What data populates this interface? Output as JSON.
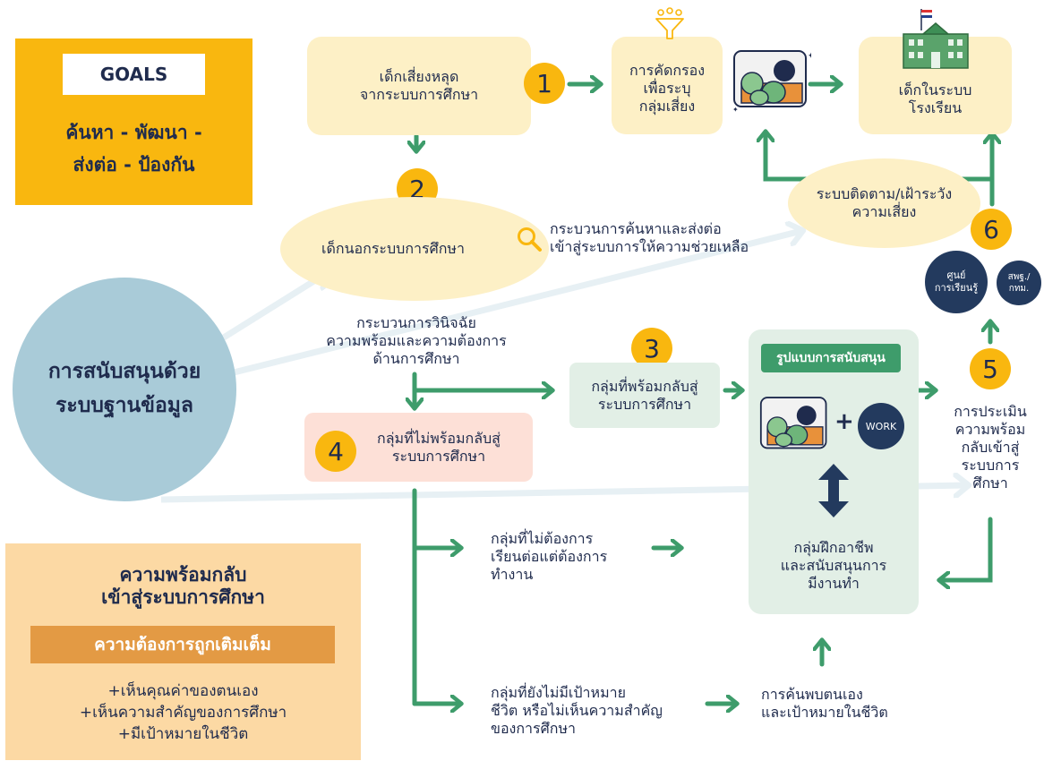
{
  "goals": {
    "label": "GOALS",
    "text": "ค้นหา - พัฒนา -\nส่งต่อ - ป้องกัน"
  },
  "box_dropout_risk": "เด็กเสี่ยงหลุด\nจากระบบการศึกษา",
  "box_screening": "การคัดกรอง\nเพื่อระบุ\nกลุ่มเสี่ยง",
  "box_in_school": "เด็กในระบบ\nโรงเรียน",
  "ellipse_out_of_school": "เด็กนอกระบบการศึกษา",
  "search_process": "กระบวนการค้นหาและส่งต่อ\nเข้าสู่ระบบการให้ความช่วยเหลือ",
  "ellipse_monitoring": "ระบบติดตาม/เฝ้าระวัง\nความเสี่ยง",
  "circle_database": "การสนับสนุนด้วย\nระบบฐานข้อมูล",
  "diagnosis_process": "กระบวนการวินิจฉัย\nความพร้อมและความต้องการ\nด้านการศึกษา",
  "box_ready": "กลุ่มที่พร้อมกลับสู่\nระบบการศึกษา",
  "box_not_ready": "กลุ่มที่ไม่พร้อมกลับสู่\nระบบการศึกษา",
  "support_panel": {
    "title": "รูปแบบการสนับสนุน",
    "work_label": "WORK",
    "plus": "+",
    "vocational": "กลุ่มฝึกอาชีพ\nและสนับสนุนการ\nมีงานทำ"
  },
  "badges": {
    "learning_center": "ศูนย์\nการเรียนรู้",
    "office": "สพฐ./\nกทม."
  },
  "assessment": "การประเมิน\nความพร้อม\nกลับเข้าสู่\nระบบการ\nศึกษา",
  "group_want_work": "กลุ่มที่ไม่ต้องการ\nเรียนต่อแต่ต้องการ\nทำงาน",
  "group_no_goal": "กลุ่มที่ยังไม่มีเป้าหมาย\nชีวิต หรือไม่เห็นความสำคัญ\nของการศึกษา",
  "self_discovery": "การค้นพบตนเอง\nและเป้าหมายในชีวิต",
  "readiness_panel": {
    "title": "ความพร้อมกลับ\nเข้าสู่ระบบการศึกษา",
    "needs": "ความต้องการถูกเติมเต็ม",
    "points": "+เห็นคุณค่าของตนเอง\n+เห็นความสำคัญของการศึกษา\n+มีเป้าหมายในชีวิต"
  },
  "numbers": [
    "1",
    "2",
    "3",
    "4",
    "5",
    "6"
  ],
  "colors": {
    "green": "#3e9c6b",
    "yellow": "#f9b70f",
    "cream": "#fdf0c6",
    "navy": "#233a5e",
    "teal_circle": "#a9cbd8",
    "pink": "#fde0d7",
    "mint": "#e2efe6",
    "orange_panel": "#fcd9a4",
    "orange_bar": "#e39a44"
  },
  "icons": [
    "funnel-icon",
    "money-bags-icon",
    "school-building-icon",
    "magnifier-icon",
    "up-down-arrow-icon"
  ]
}
